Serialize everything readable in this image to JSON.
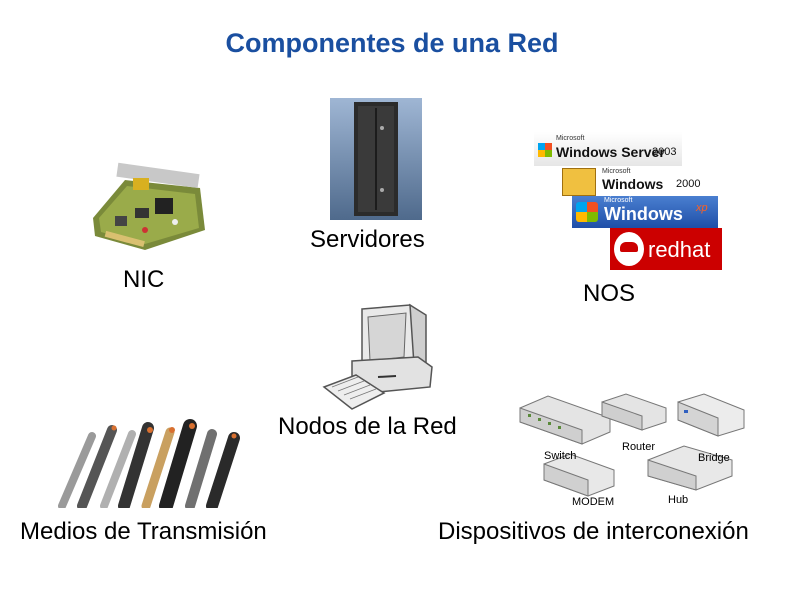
{
  "title": "Componentes de una  Red",
  "labels": {
    "servers": "Servidores",
    "nic": "NIC",
    "nos": "NOS",
    "nodes": "Nodos de la Red",
    "media": "Medios de Transmisión",
    "devices": "Dispositivos de interconexión"
  },
  "nos_logos": {
    "ws2003_brand": "Microsoft",
    "ws2003_name": "Windows Server",
    "ws2003_version": "2003",
    "w2000_brand": "Microsoft",
    "w2000_name": "Windows",
    "w2000_version": "2000",
    "wxp_brand": "Microsoft",
    "wxp_name": "Windows",
    "wxp_version": "xp",
    "redhat_name": "redhat"
  },
  "devices": {
    "switch": "Switch",
    "router": "Router",
    "bridge": "Bridge",
    "modem": "MODEM",
    "hub": "Hub"
  },
  "colors": {
    "title": "#1a4fa0",
    "redhat": "#cc0000",
    "server": "#2b2b2b"
  }
}
